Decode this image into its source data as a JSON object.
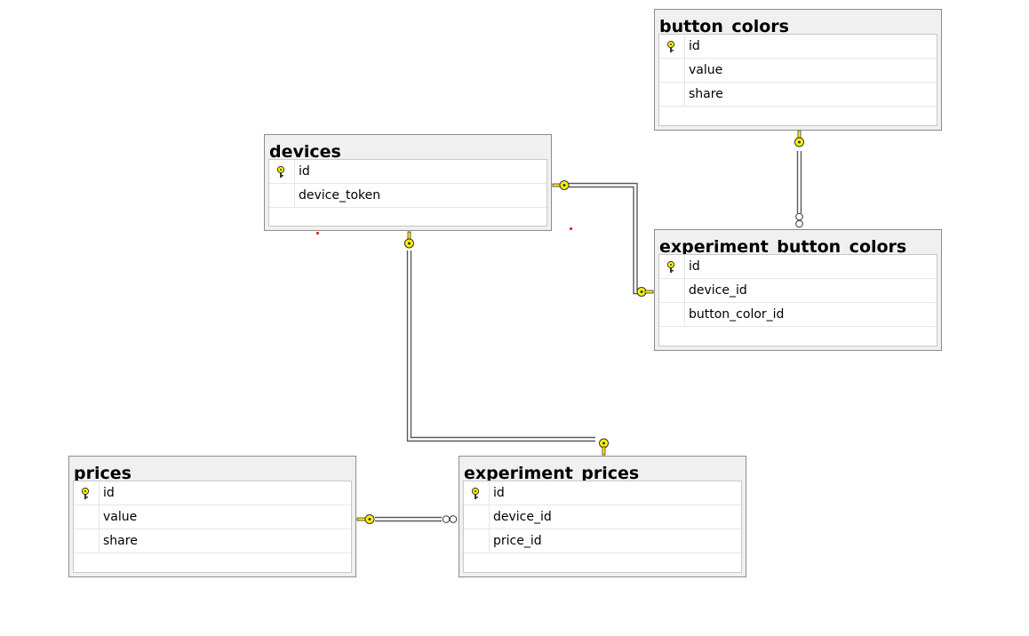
{
  "colors": {
    "key": "#fff200",
    "line": "#5a5a5a",
    "header_bg": "#f0f0f0",
    "dot": "#e00000"
  },
  "tables": {
    "button_colors": {
      "name": "button_colors",
      "columns": [
        "id",
        "value",
        "share"
      ],
      "pk": "id"
    },
    "devices": {
      "name": "devices",
      "columns": [
        "id",
        "device_token"
      ],
      "pk": "id"
    },
    "experiment_button_colors": {
      "name": "experiment_button_colors",
      "columns": [
        "id",
        "device_id",
        "button_color_id"
      ],
      "pk": "id"
    },
    "prices": {
      "name": "prices",
      "columns": [
        "id",
        "value",
        "share"
      ],
      "pk": "id"
    },
    "experiment_prices": {
      "name": "experiment_prices",
      "columns": [
        "id",
        "device_id",
        "price_id"
      ],
      "pk": "id"
    }
  },
  "relationships": [
    {
      "from": "button_colors",
      "to": "experiment_button_colors",
      "from_end": "key",
      "to_end": "infinity"
    },
    {
      "from": "devices",
      "to": "experiment_button_colors",
      "from_end": "key",
      "to_end": "key"
    },
    {
      "from": "devices",
      "to": "experiment_prices",
      "from_end": "key",
      "to_end": "key"
    },
    {
      "from": "prices",
      "to": "experiment_prices",
      "from_end": "key",
      "to_end": "infinity"
    }
  ]
}
